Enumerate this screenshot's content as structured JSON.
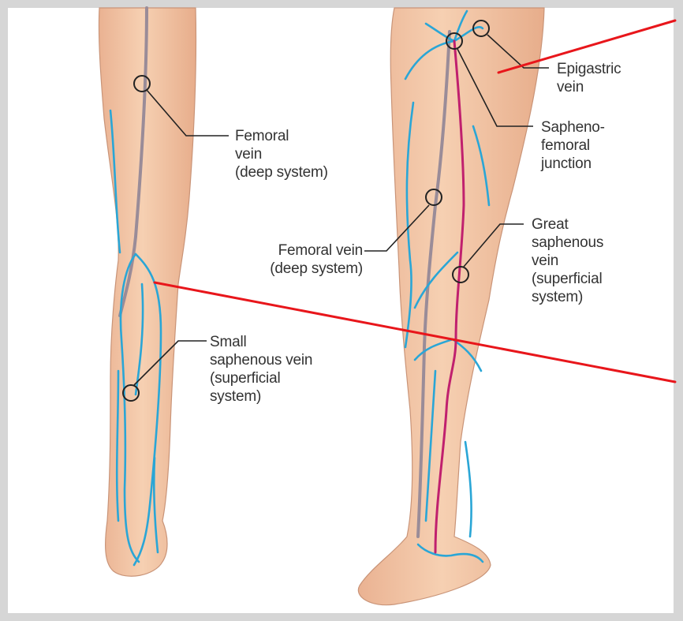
{
  "labels": {
    "femoral_vein_back": "Femoral\nvein\n(deep system)",
    "small_saphenous_vein": "Small\nsaphenous vein\n(superficial\nsystem)",
    "femoral_vein_front": "Femoral vein\n(deep system)",
    "epigastric_vein": "Epigastric\nvein",
    "saphenofemoral_junction": "Sapheno-\nfemoral\njunction",
    "great_saphenous_vein": "Great\nsaphenous\nvein\n(superficial\nsystem)"
  },
  "colors": {
    "skin": "#f3c8a6",
    "skin_shadow": "#e6ad88",
    "outline": "#c99478",
    "superficial_vein": "#2aa6d6",
    "great_saphenous": "#c0206e",
    "deep_vein": "#9a8c98",
    "leader_line": "#222222",
    "annotation_line": "#e8161b",
    "frame": "#d6d6d6",
    "label_text": "#333333"
  }
}
